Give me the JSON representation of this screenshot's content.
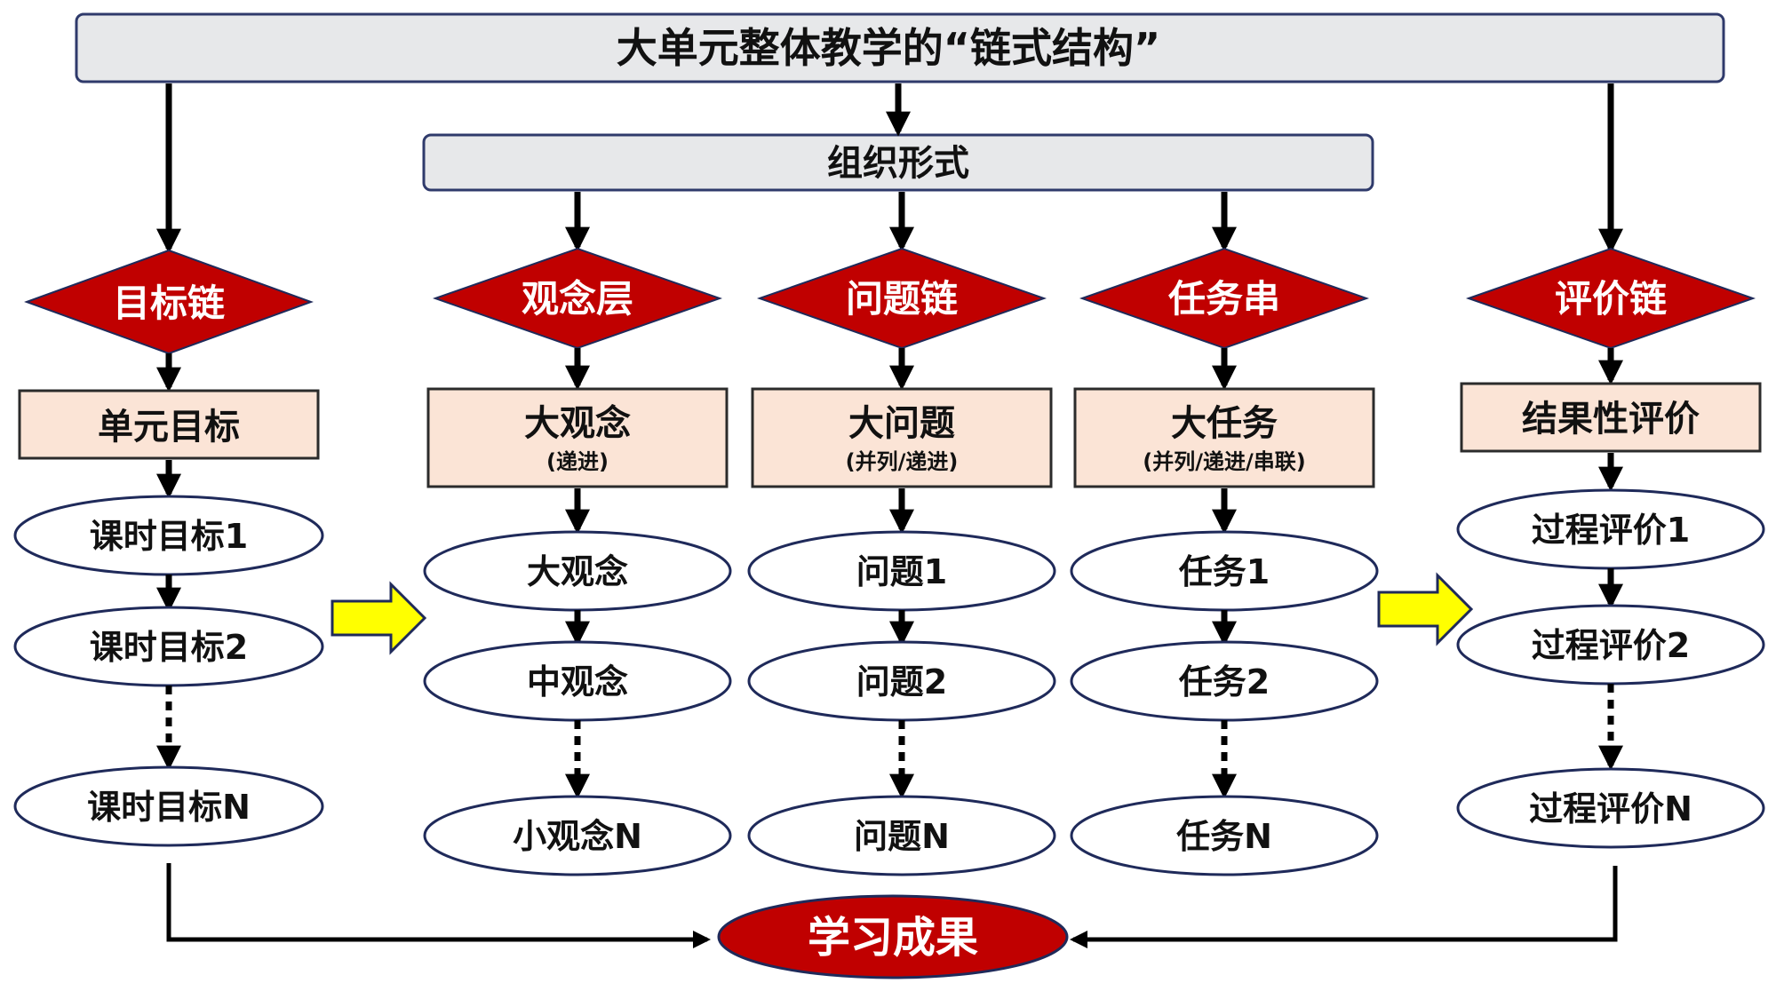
{
  "title": "大单元整体教学的“链式结构”",
  "organization": "组织形式",
  "outcome": "学习成果",
  "goal_chain": {
    "header": "目标链",
    "box": "单元目标",
    "items": [
      "课时目标1",
      "课时目标2",
      "课时目标N"
    ]
  },
  "concept_layer": {
    "header": "观念层",
    "box": "大观念",
    "box_sub": "(递进)",
    "items": [
      "大观念",
      "中观念",
      "小观念N"
    ]
  },
  "question_chain": {
    "header": "问题链",
    "box": "大问题",
    "box_sub": "(并列/递进)",
    "items": [
      "问题1",
      "问题2",
      "问题N"
    ]
  },
  "task_string": {
    "header": "任务串",
    "box": "大任务",
    "box_sub": "(并列/递进/串联)",
    "items": [
      "任务1",
      "任务2",
      "任务N"
    ]
  },
  "evaluation_chain": {
    "header": "评价链",
    "box": "结果性评价",
    "items": [
      "过程评价1",
      "过程评价2",
      "过程评价N"
    ]
  },
  "colors": {
    "diamond_red": "#c00000",
    "box_peach": "#fbe4d6",
    "box_gray": "#e7e8ea",
    "yellow_arrow": "#ffff00"
  }
}
